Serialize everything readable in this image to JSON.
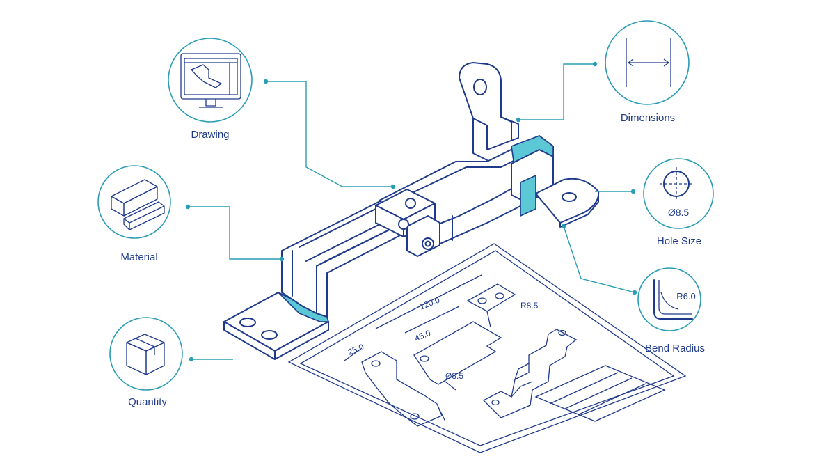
{
  "callouts": {
    "drawing": {
      "label": "Drawing",
      "icon": "computer-monitor-icon"
    },
    "material": {
      "label": "Material",
      "icon": "metal-stock-icon"
    },
    "quantity": {
      "label": "Quantity",
      "icon": "box-icon"
    },
    "dimensions": {
      "label": "Dimensions",
      "icon": "dimension-arrow-icon"
    },
    "hole_size": {
      "label": "Hole Size",
      "value": "Ø8.5",
      "icon": "hole-circle-icon"
    },
    "bend_radius": {
      "label": "Bend Radius",
      "value": "R6.0",
      "icon": "bend-radius-icon"
    }
  },
  "blueprint": {
    "dim_overall": "120.0",
    "dim_middle": "45.0",
    "dim_flange": "25.0",
    "dim_hole": "Ø8.5",
    "dim_radius": "R8.5"
  },
  "colors": {
    "line": "#1f3a8a",
    "accent": "#2a9db5",
    "accent_fill": "#5cc8d6"
  }
}
